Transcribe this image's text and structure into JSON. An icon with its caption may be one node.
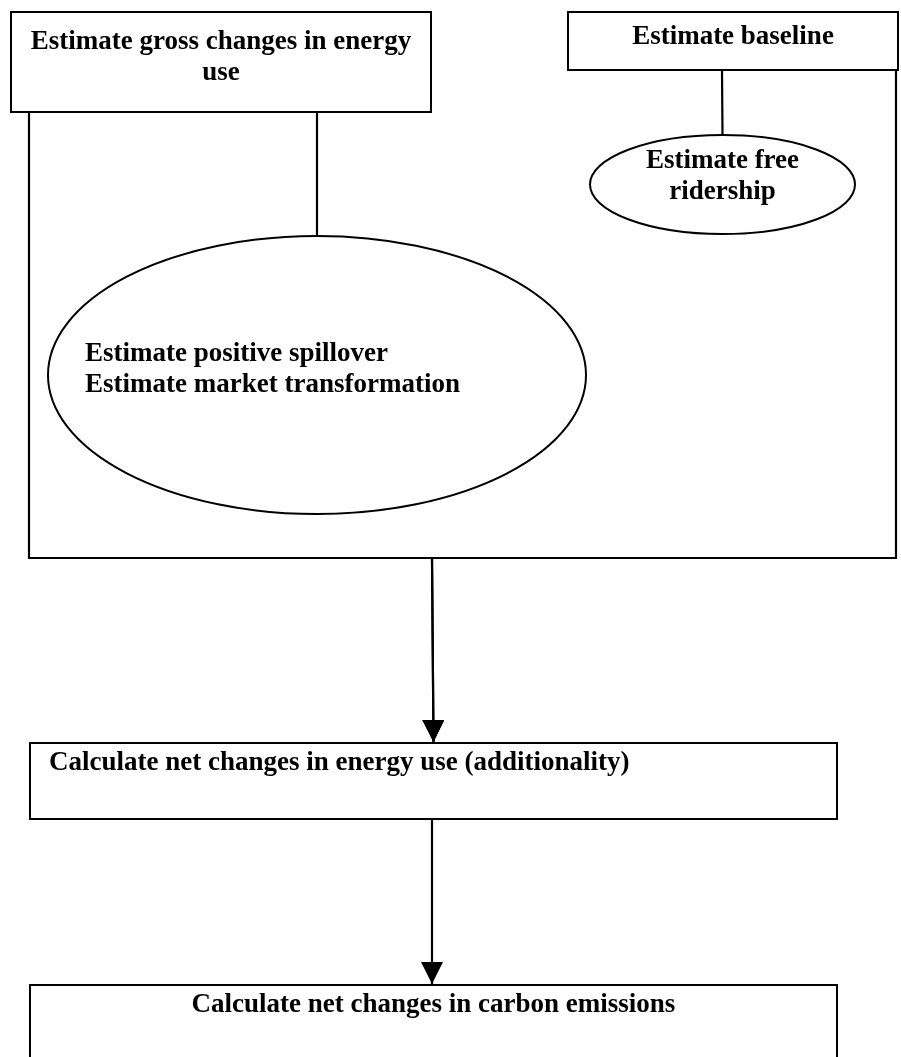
{
  "diagram": {
    "nodes": [
      {
        "text": [
          "Estimate gross changes in energy use"
        ]
      },
      {
        "text": [
          "Estimate baseline"
        ]
      },
      {
        "text": [
          "Estimate free ridership"
        ]
      },
      {
        "text": [
          "Estimate positive spillover",
          "Estimate market transformation"
        ]
      },
      {
        "text": [
          "Calculate net changes in energy use (additionality)"
        ]
      },
      {
        "text": [
          "Calculate net changes in carbon emissions"
        ]
      }
    ],
    "edges": [
      {
        "from": 0,
        "to": 4,
        "arrow": "to"
      },
      {
        "from": 1,
        "to": 4,
        "arrow": "to"
      },
      {
        "from": 0,
        "to": 3,
        "arrow": "none"
      },
      {
        "from": 1,
        "to": 2,
        "arrow": "none"
      },
      {
        "from": 4,
        "to": 5,
        "arrow": "to"
      }
    ]
  }
}
